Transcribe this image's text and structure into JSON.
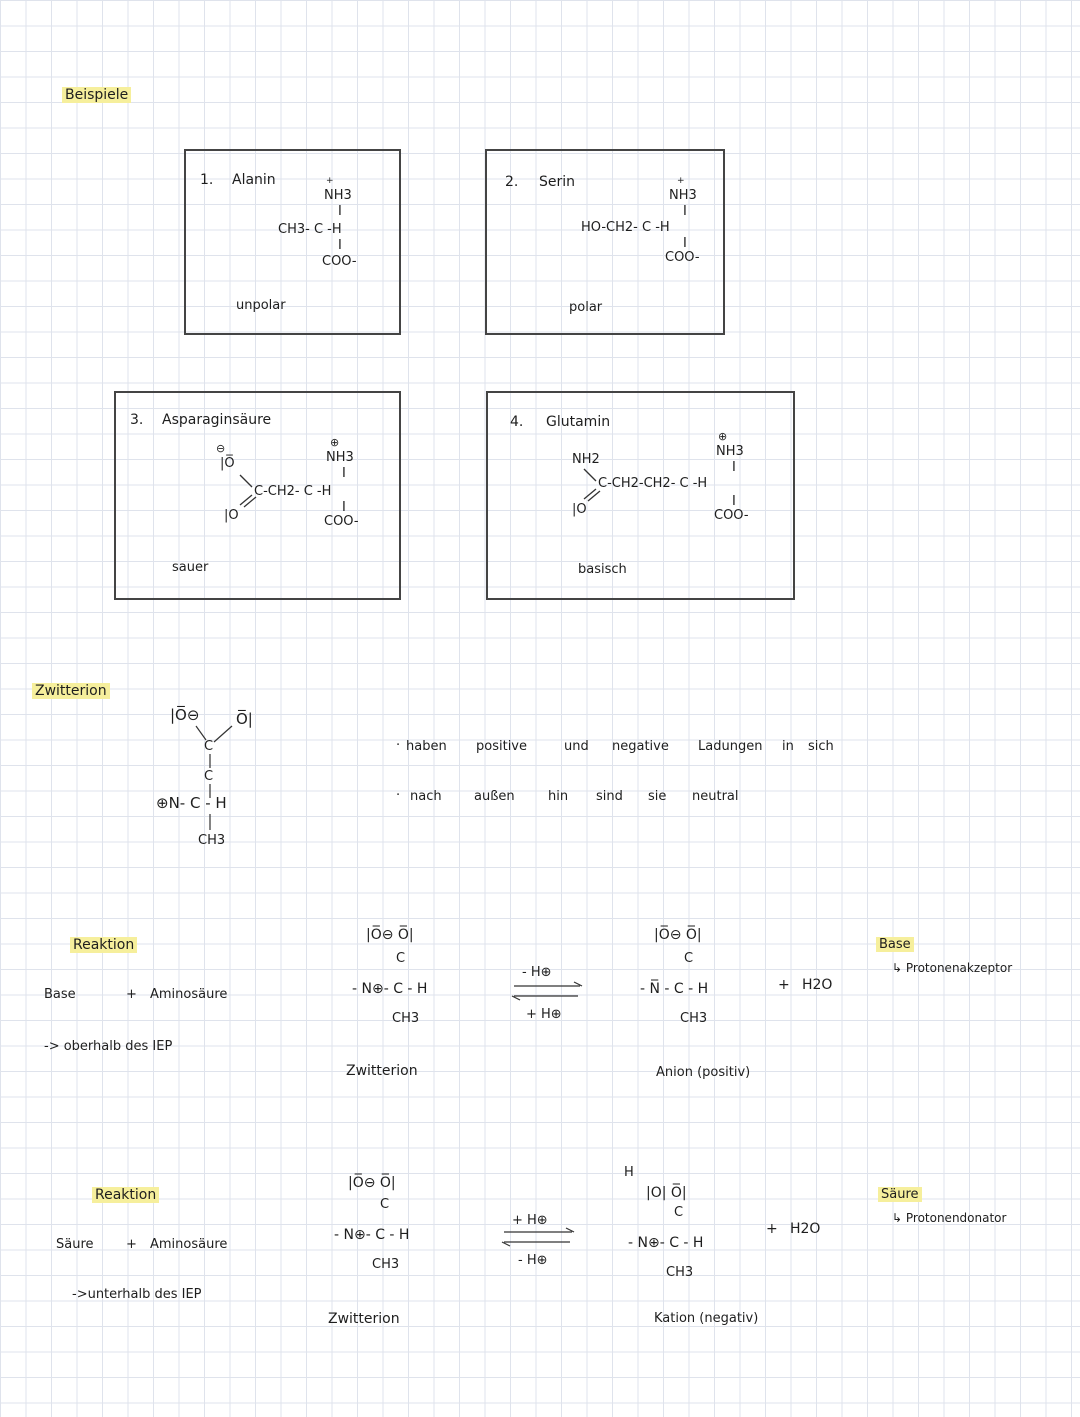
{
  "heading_beispiele": "Beispiele",
  "examples": [
    {
      "num": "1.",
      "name": "Alanin",
      "charge": "+",
      "top": "NH3",
      "bar1": "I",
      "middle": "CH3- C -H",
      "bar2": "I",
      "bottom": "COO-",
      "property": "unpolar"
    },
    {
      "num": "2.",
      "name": "Serin",
      "charge": "+",
      "top": "NH3",
      "bar1": "I",
      "middle": "HO-CH2- C -H",
      "bar2": "I",
      "bottom": "COO-",
      "property": "polar"
    },
    {
      "num": "3.",
      "name": "Asparaginsäure",
      "charge": "⊕",
      "top": "NH3",
      "bar1": "I",
      "ion": "⊖",
      "o_top": "|O̅",
      "middle": "C-CH2- C -H",
      "o_bottom": "|O",
      "bar2": "I",
      "bottom": "COO-",
      "property": "sauer"
    },
    {
      "num": "4.",
      "name": "Glutamin",
      "charge": "⊕",
      "top": "NH3",
      "bar1": "I",
      "nh2": "NH2",
      "middle": "C-CH2-CH2- C -H",
      "o_bottom": "|O",
      "bar2": "I",
      "bottom": "COO-",
      "property": "basisch"
    }
  ],
  "zwitterion": {
    "heading": "Zwitterion",
    "o_left": "|O̅⊖",
    "o_right": "O̅|",
    "c1": "C",
    "c2": "C",
    "n": "⊕N- C - H",
    "ch3": "CH3",
    "line1": [
      "haben",
      "positive",
      "und",
      "negative",
      "Ladungen",
      "in",
      "sich"
    ],
    "line2": [
      "nach",
      "außen",
      "hin",
      "sind",
      "sie",
      "neutral"
    ]
  },
  "reaction_base": {
    "label": "Reaktion",
    "equation_left": "Base",
    "plus": "+",
    "equation_right": "Aminosäure",
    "note": "-> oberhalb des IEP",
    "left_top": "|O̅⊖   O̅|",
    "left_c": "C",
    "left_n": "- N⊕- C - H",
    "left_ch3": "CH3",
    "left_label": "Zwitterion",
    "arrow_top": "- H⊕",
    "arrow_bottom": "+ H⊕",
    "right_top": "|O̅⊖   O̅|",
    "right_c": "C",
    "right_n": "- N̅ - C - H",
    "right_ch3": "CH3",
    "right_plus": "+",
    "right_water": "H2O",
    "right_label": "Anion (positiv)",
    "side_title": "Base",
    "side_note": "↳ Protonenakzeptor"
  },
  "reaction_acid": {
    "label": "Reaktion",
    "equation_left": "Säure",
    "plus": "+",
    "equation_right": "Aminosäure",
    "note": "->unterhalb des IEP",
    "left_top": "|O̅⊖   O̅|",
    "left_c": "C",
    "left_n": "- N⊕- C - H",
    "left_ch3": "CH3",
    "left_label": "Zwitterion",
    "arrow_top": "+ H⊕",
    "arrow_bottom": "- H⊕",
    "right_h": "H",
    "right_top": "|O|   O̅|",
    "right_c": "C",
    "right_n": "- N⊕- C - H",
    "right_ch3": "CH3",
    "right_plus": "+",
    "right_water": "H2O",
    "right_label": "Kation (negativ)",
    "side_title": "Säure",
    "side_note": "↳ Protonendonator"
  }
}
